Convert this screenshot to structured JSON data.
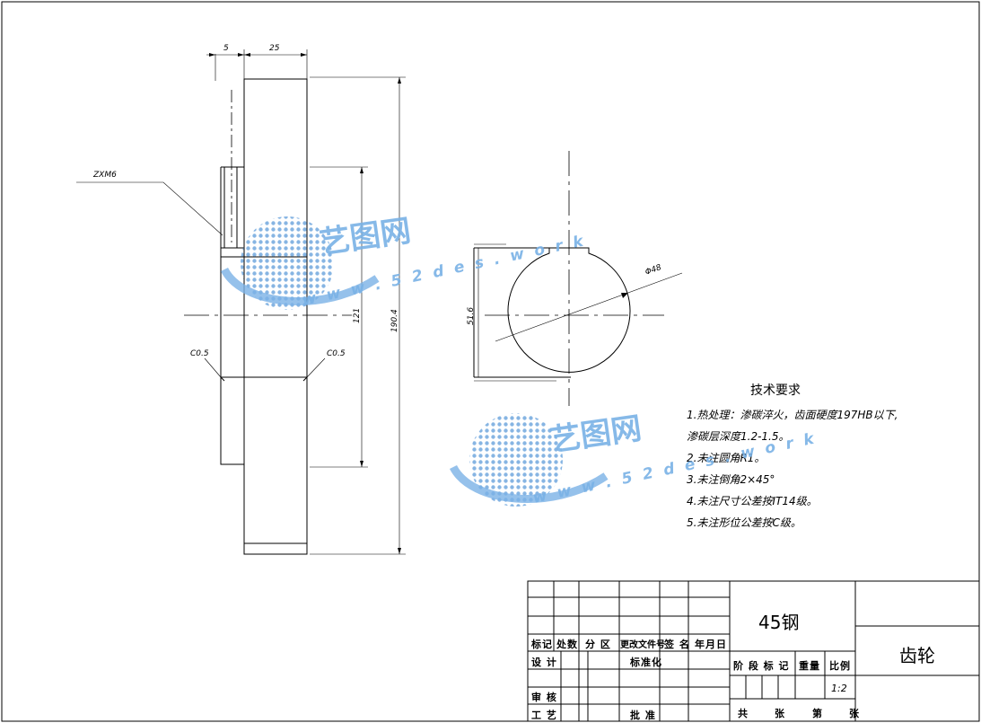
{
  "dimensions": {
    "top_left": "5",
    "top_right": "25",
    "fit": "ZXM6",
    "chamfer_left": "C0.5",
    "chamfer_right": "C0.5",
    "hub_height": "121",
    "total_height": "190.4",
    "bore_diameter": "Φ48",
    "keyway_depth": "51.6"
  },
  "tech_req": {
    "title": "技术要求",
    "lines": [
      "1.热处理：渗碳淬火，齿面硬度197HB以下,",
      "渗碳层深度1.2-1.5。",
      "2.未注圆角R1。",
      "3.未注倒角2×45°",
      "4.未注尺寸公差按IT14级。",
      "5.未注形位公差按C级。"
    ]
  },
  "title_block": {
    "material": "45钢",
    "part_name": "齿轮",
    "rev_headers": [
      "标记",
      "处数",
      "分 区",
      "更改文件号",
      "签 名",
      "年月日"
    ],
    "design": "设 计",
    "standardize": "标准化",
    "review": "审 核",
    "process": "工 艺",
    "approve": "批 准",
    "stage_headers": [
      "阶 段 标 记",
      "重量",
      "比例"
    ],
    "scale": "1:2",
    "total_sheets": "共      张",
    "sheet_no": "第      张"
  },
  "watermark": {
    "cn": "艺图网",
    "url": "w w w . 5 2 d e s . w o r k"
  }
}
